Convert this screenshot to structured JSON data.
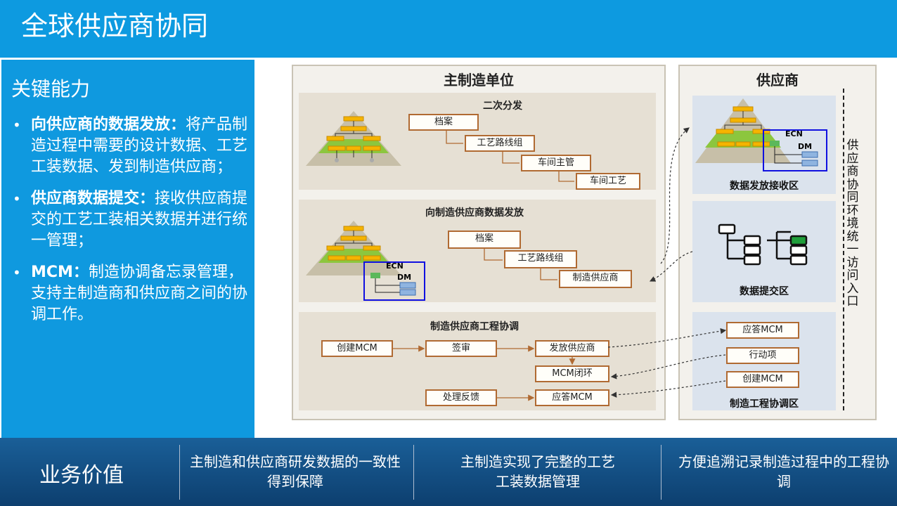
{
  "header": {
    "title": "全球供应商协同"
  },
  "capabilities": {
    "title": "关键能力",
    "items": [
      {
        "bold": "向供应商的数据发放：",
        "text": "将产品制造过程中需要的设计数据、工艺工装数据、发到制造供应商；"
      },
      {
        "bold": "供应商数据提交：",
        "text": "接收供应商提交的工艺工装相关数据并进行统一管理；"
      },
      {
        "bold": "MCM：",
        "text": "制造协调备忘录管理，支持主制造商和供应商之间的协调工作。"
      }
    ]
  },
  "diagram": {
    "main_title": "主制造单位",
    "supplier_title": "供应商",
    "sec1": {
      "title": "二次分发",
      "boxes": [
        "档案",
        "工艺路线组",
        "车间主管",
        "车间工艺"
      ]
    },
    "sec2": {
      "title": "向制造供应商数据发放",
      "boxes": [
        "档案",
        "工艺路线组",
        "制造供应商"
      ]
    },
    "sec3": {
      "title": "制造供应商工程协调",
      "boxes": [
        "创建MCM",
        "签审",
        "发放供应商",
        "MCM闭环",
        "处理反馈",
        "应答MCM"
      ]
    },
    "ecn_label": "ECN",
    "dm_label": "DM",
    "supplier_zones": [
      "数据发放接收区",
      "数据提交区",
      "制造工程协调区"
    ],
    "coord_boxes": [
      "应答MCM",
      "行动项",
      "创建MCM"
    ],
    "vertical_text": "供应商协同环境统一访问入口"
  },
  "business_value": {
    "title": "业务价值",
    "items": [
      "主制造和供应商研发数据的一致性得到保障",
      "主制造实现了完整的工艺工装数据管理",
      "方便追溯记录制造过程中的工程协调"
    ]
  },
  "colors": {
    "header": "#0d9ae0",
    "panel": "#0f99df",
    "footer": "#14507f",
    "box_border": "#b06a32",
    "ecn_border": "#1010e0"
  }
}
